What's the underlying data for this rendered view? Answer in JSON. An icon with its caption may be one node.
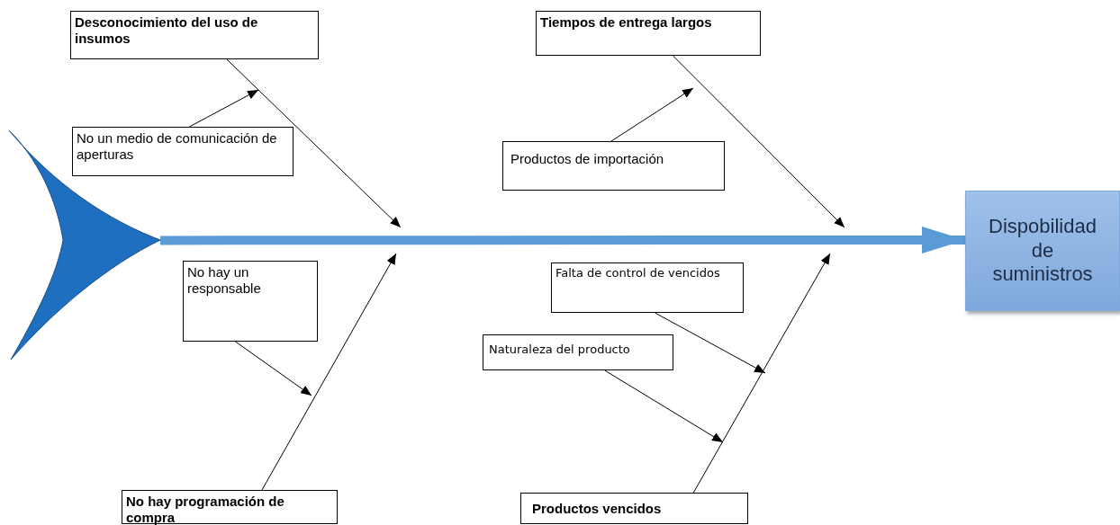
{
  "diagram": {
    "nodes": [
      {
        "text": [
          "Desconocimiento del uso de insumos"
        ]
      },
      {
        "text": [
          "No un medio de comunicación de aperturas"
        ]
      },
      {
        "text": [
          "Tiempos de entrega largos"
        ]
      },
      {
        "text": [
          "Productos de importación"
        ]
      },
      {
        "text": [
          "Dispobilidad de suministros"
        ]
      },
      {
        "text": [
          "No hay un responsable"
        ]
      },
      {
        "text": [
          "Falta de control de vencidos"
        ]
      },
      {
        "text": [
          "Naturaleza del producto"
        ]
      },
      {
        "text": [
          "No hay programación de compra"
        ]
      },
      {
        "text": [
          "Productos vencidos"
        ]
      },
      {
        "text": [],
        "shape": "chevron"
      }
    ],
    "edges": [
      {
        "from": 0,
        "to": null,
        "arrow": "to"
      },
      {
        "from": 1,
        "to": null,
        "arrow": "to"
      },
      {
        "from": 2,
        "to": null,
        "arrow": "to"
      },
      {
        "from": 3,
        "to": null,
        "arrow": "to"
      },
      {
        "from": 8,
        "to": null,
        "arrow": "to"
      },
      {
        "from": 5,
        "to": null,
        "arrow": "to"
      },
      {
        "from": 9,
        "to": null,
        "arrow": "to"
      },
      {
        "from": 6,
        "to": null,
        "arrow": "to"
      },
      {
        "from": 7,
        "to": null,
        "arrow": "to"
      },
      {
        "from": 10,
        "to": 4,
        "arrow": "to",
        "style": "thick",
        "color": "#5b9bd5"
      }
    ]
  }
}
